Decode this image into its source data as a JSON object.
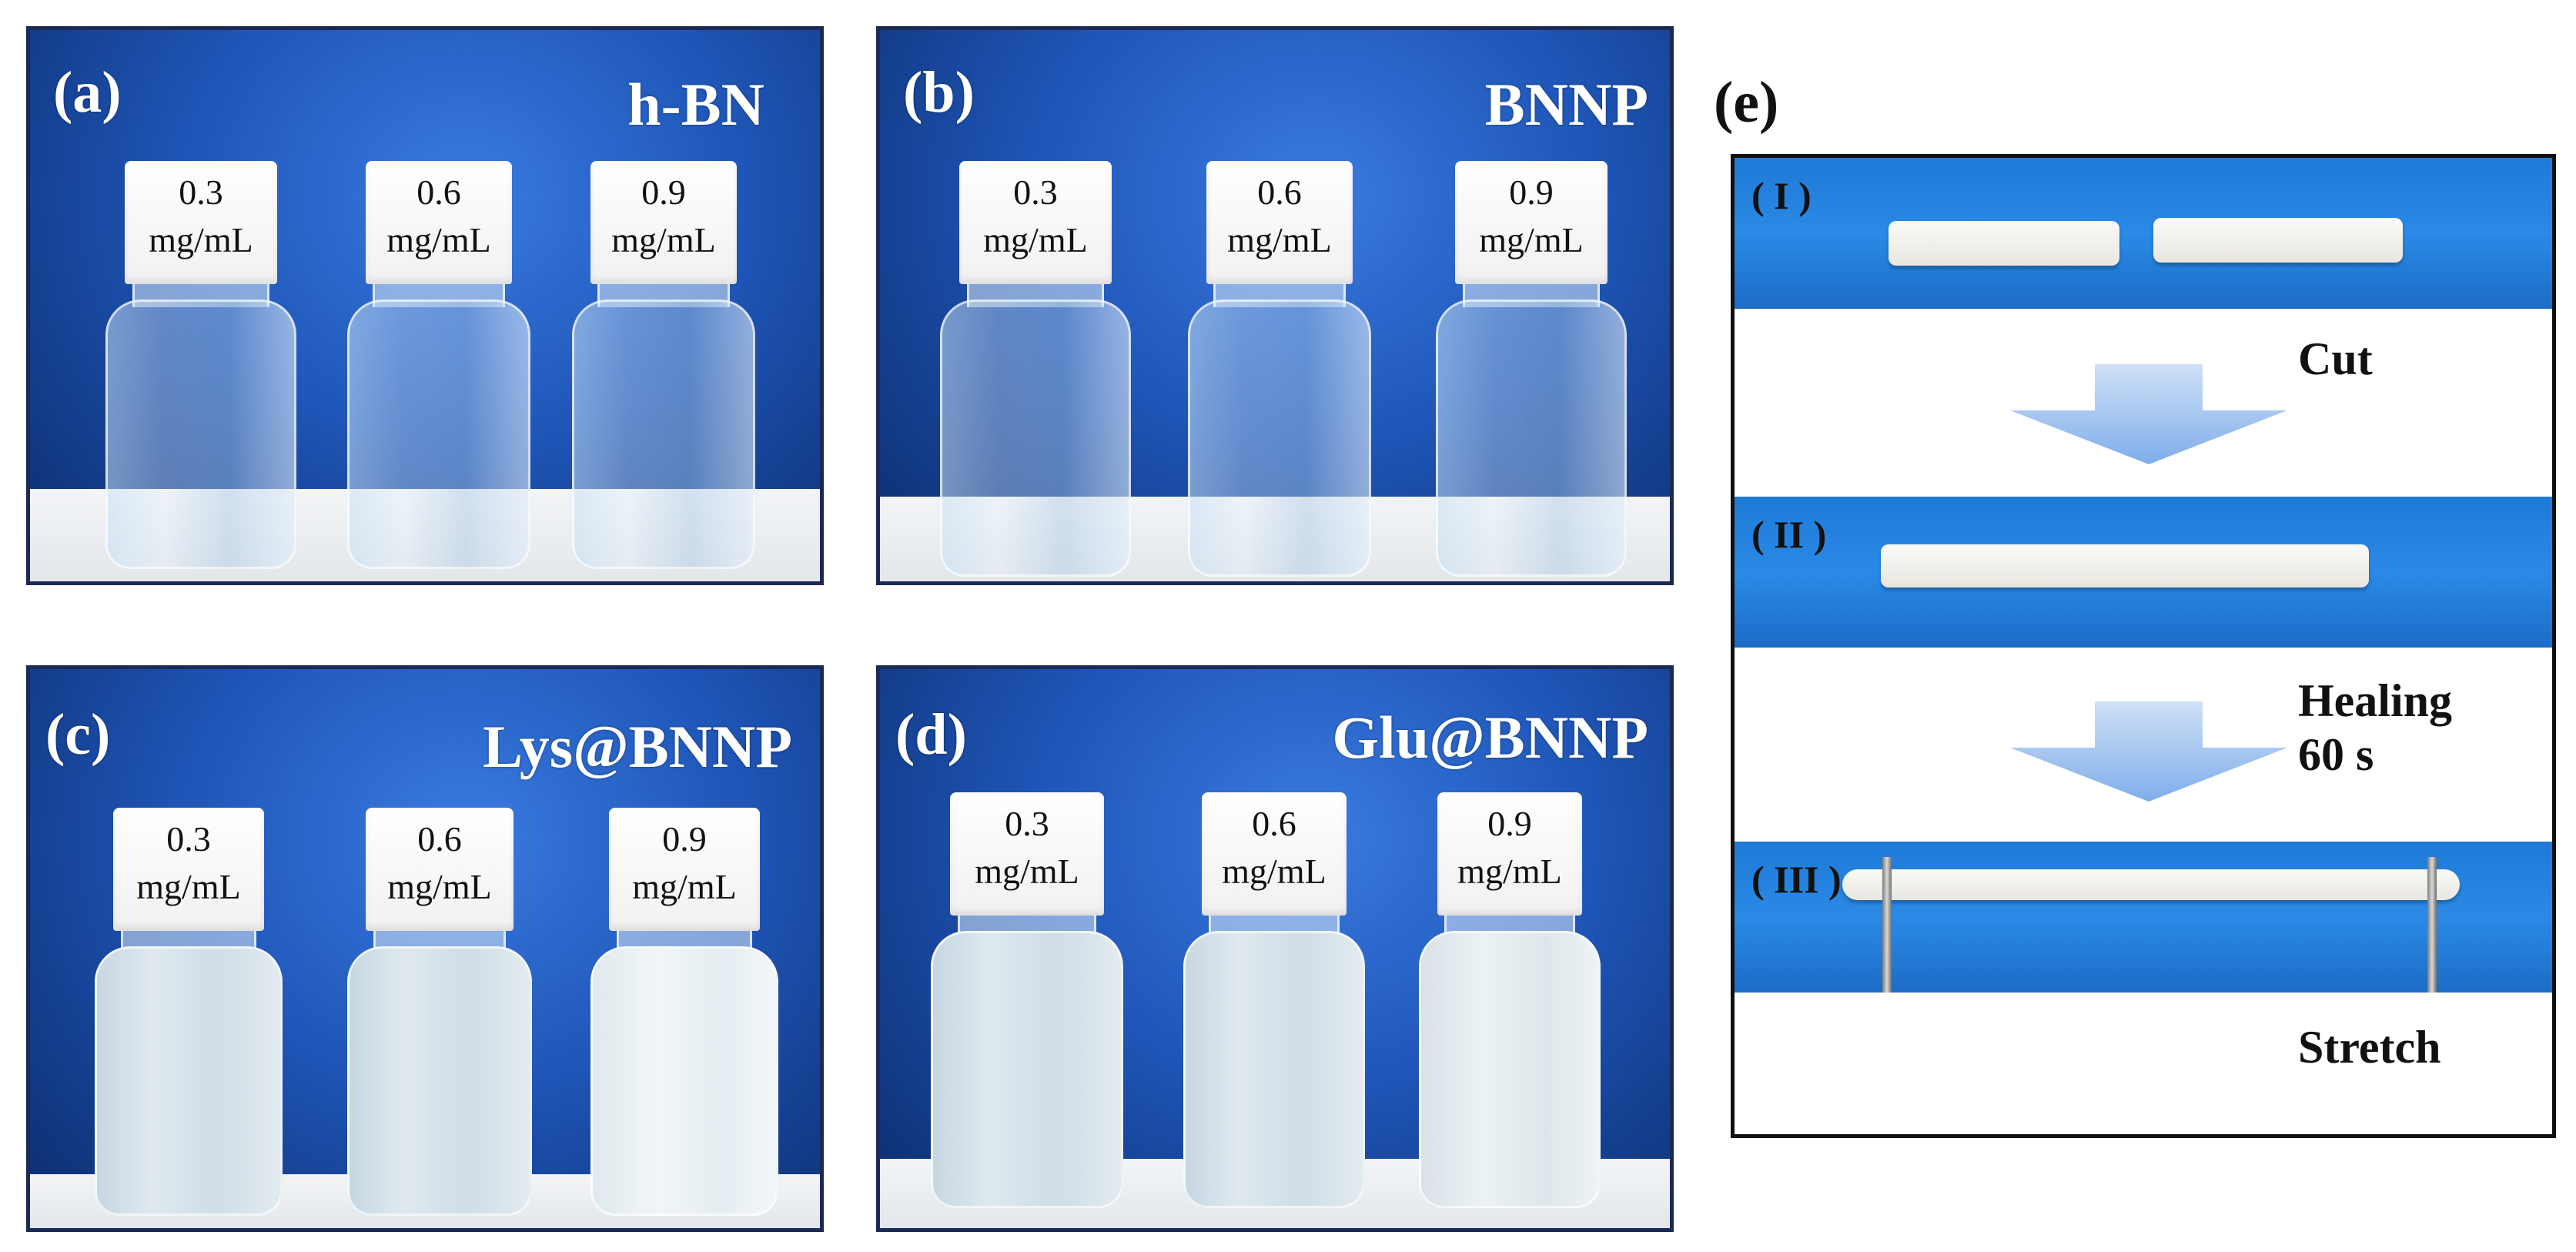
{
  "panels": [
    {
      "tag": "(a)",
      "title": "h-BN",
      "liquid": "clear",
      "vials": [
        {
          "value": "0.3",
          "unit": "mg/mL"
        },
        {
          "value": "0.6",
          "unit": "mg/mL"
        },
        {
          "value": "0.9",
          "unit": "mg/mL"
        }
      ]
    },
    {
      "tag": "(b)",
      "title": "BNNP",
      "liquid": "clear",
      "vials": [
        {
          "value": "0.3",
          "unit": "mg/mL"
        },
        {
          "value": "0.6",
          "unit": "mg/mL"
        },
        {
          "value": "0.9",
          "unit": "mg/mL"
        }
      ]
    },
    {
      "tag": "(c)",
      "title": "Lys@BNNP",
      "liquid": "milky",
      "vials": [
        {
          "value": "0.3",
          "unit": "mg/mL"
        },
        {
          "value": "0.6",
          "unit": "mg/mL"
        },
        {
          "value": "0.9",
          "unit": "mg/mL"
        }
      ]
    },
    {
      "tag": "(d)",
      "title": "Glu@BNNP",
      "liquid": "milky",
      "vials": [
        {
          "value": "0.3",
          "unit": "mg/mL"
        },
        {
          "value": "0.6",
          "unit": "mg/mL"
        },
        {
          "value": "0.9",
          "unit": "mg/mL"
        }
      ]
    }
  ],
  "panel_e": {
    "tag": "(e)",
    "stages": [
      {
        "label": "( I )"
      },
      {
        "label": "( II )"
      },
      {
        "label": "( III )"
      }
    ],
    "steps": {
      "cut": "Cut",
      "healing_line1": "Healing",
      "healing_line2": "60 s",
      "stretch": "Stretch"
    }
  },
  "colors": {
    "background_blue": "#1f56b8",
    "strip_blue": "#2a8ae6",
    "arrow_blue": "#8fb8ea"
  }
}
